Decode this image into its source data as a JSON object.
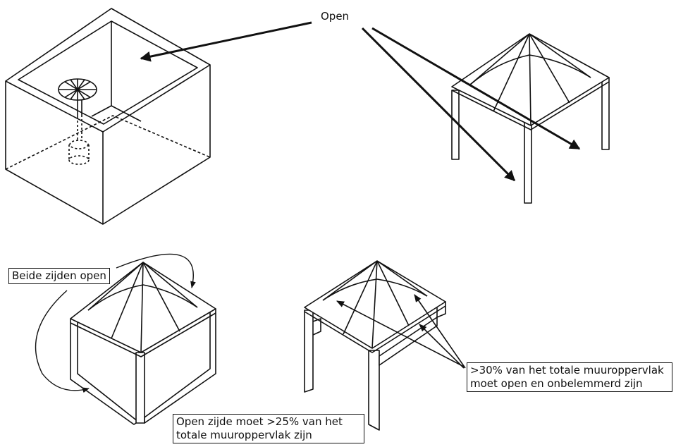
{
  "labels": {
    "open": "Open",
    "both_sides": "Beide zijden open",
    "open_side_line1": "Open zijde moet >25% van het",
    "open_side_line2": "totale muuroppervlak zijn",
    "thirty_line1": ">30% van het totale muuroppervlak",
    "thirty_line2": "moet open en onbelemmerd zijn"
  },
  "colors": {
    "stroke": "#111111",
    "background": "#ffffff"
  }
}
